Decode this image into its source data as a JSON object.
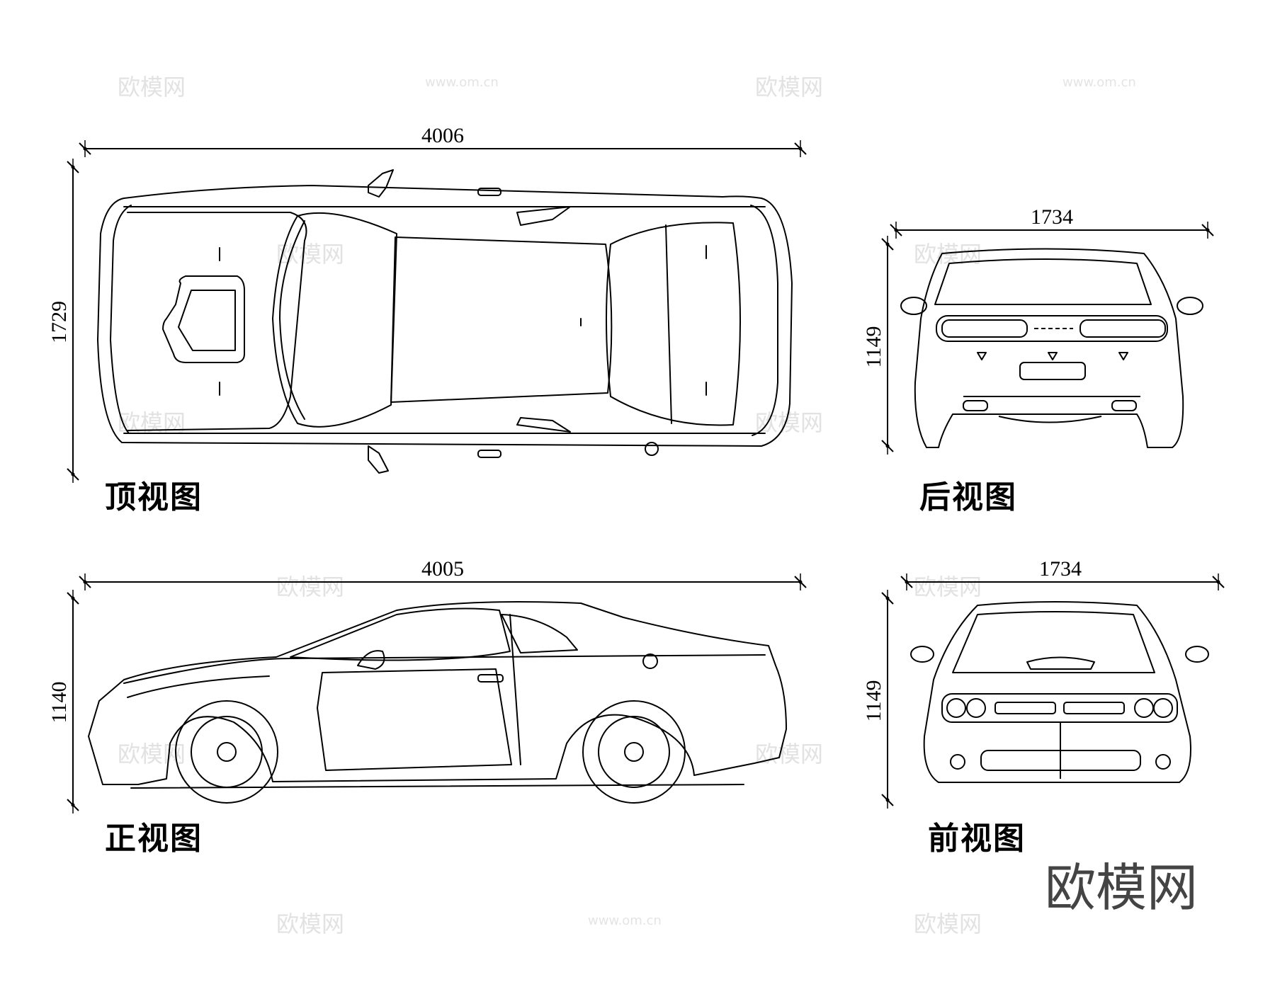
{
  "views": {
    "top": {
      "label": "顶视图",
      "length": "4006",
      "width": "1729"
    },
    "rear": {
      "label": "后视图",
      "width": "1734",
      "height": "1149"
    },
    "side": {
      "label": "正视图",
      "length": "4005",
      "height": "1140"
    },
    "front": {
      "label": "前视图",
      "width": "1734",
      "height": "1149"
    }
  },
  "brand": "欧模网",
  "watermark": {
    "text": "欧模网",
    "url": "www.om.cn"
  }
}
